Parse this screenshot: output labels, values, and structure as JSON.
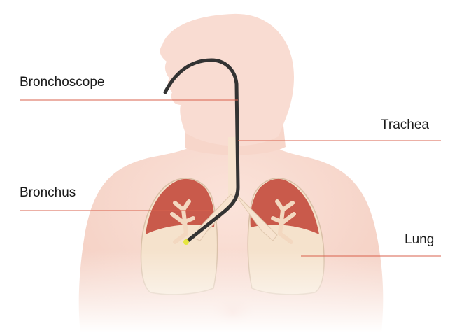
{
  "labels": {
    "bronchoscope": "Bronchoscope",
    "trachea": "Trachea",
    "bronchus": "Bronchus",
    "lung": "Lung"
  },
  "colors": {
    "skin": "#f9dcd2",
    "skin_shadow": "#f3c8bb",
    "lung_tissue": "#c95a4b",
    "lung_base": "#f5e2cc",
    "airway": "#f7e3cf",
    "bronchoscope": "#333333",
    "scope_tip": "#e6e640",
    "leader_line": "#d9614c"
  }
}
